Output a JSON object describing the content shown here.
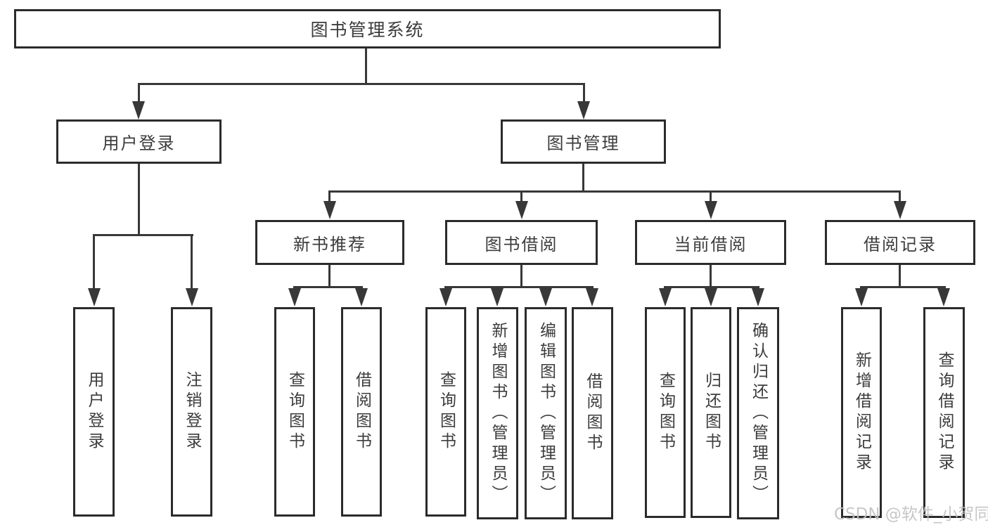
{
  "diagram": {
    "title": "图书管理系统",
    "level2": [
      "用户登录",
      "图书管理"
    ],
    "level3": [
      "新书推荐",
      "图书借阅",
      "当前借阅",
      "借阅记录"
    ],
    "leaves_user": [
      "用户登录",
      "注销登录"
    ],
    "leaves_recommend": [
      "查询图书",
      "借阅图书"
    ],
    "leaves_borrow": [
      "查询图书",
      "新增图书（管理员）",
      "编辑图书（管理员）",
      "借阅图书"
    ],
    "leaves_current": [
      "查询图书",
      "归还图书",
      "确认归还（管理员）"
    ],
    "leaves_records": [
      "新增借阅记录",
      "查询借阅记录"
    ]
  },
  "watermark": "CSDN @软件_小贺同学",
  "colors": {
    "background": "#ffffff",
    "box_border": "#2b2b2b",
    "connector_line": "#383838",
    "text": "#3c3c3c",
    "watermark": "#c1c1c1"
  }
}
